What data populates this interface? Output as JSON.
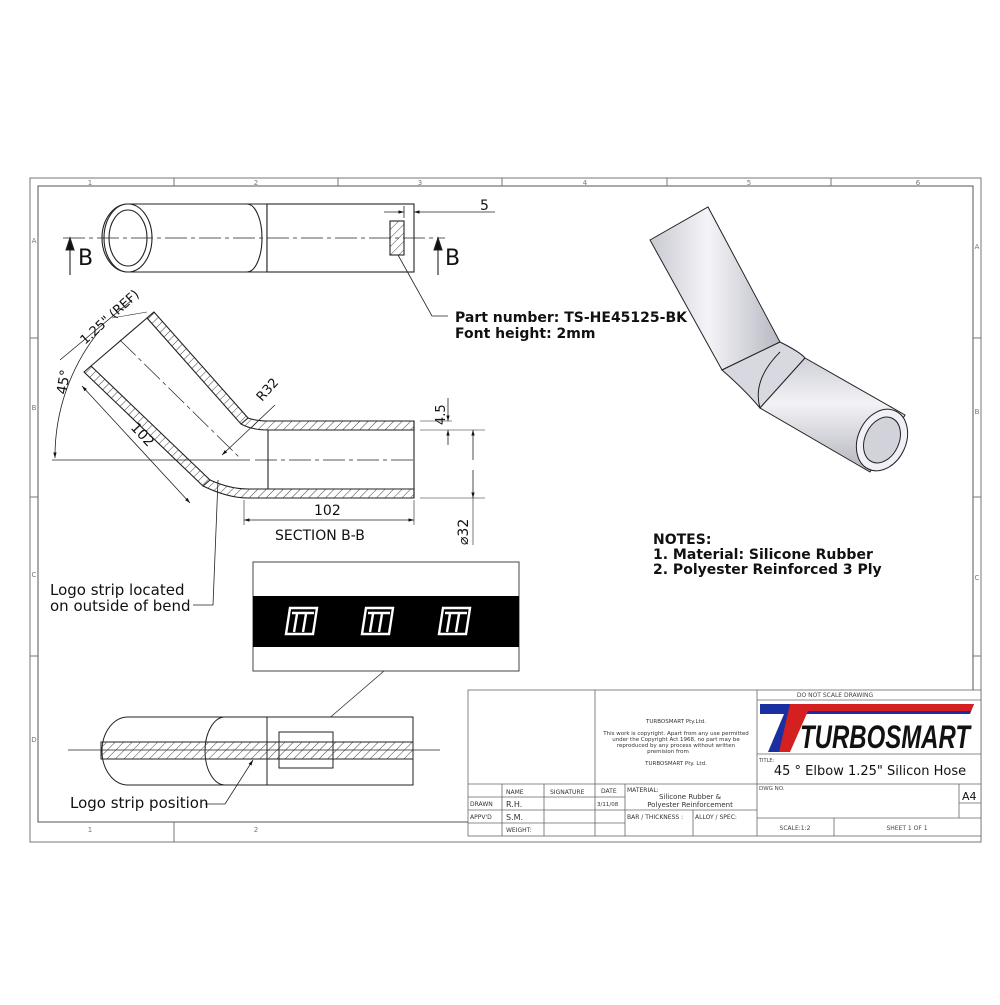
{
  "drawing": {
    "zone_columns": [
      "1",
      "2",
      "3",
      "4",
      "5",
      "6"
    ],
    "zone_rows": [
      "A",
      "B",
      "C",
      "D"
    ]
  },
  "top_view": {
    "section_label_left": "B",
    "section_label_right": "B",
    "dim_offset": "5",
    "part_note_line1": "Part number: TS-HE45125-BK",
    "part_note_line2": "Font height: 2mm"
  },
  "section_view": {
    "dim_id_ref": "1.25\" (REF)",
    "dim_angle": "45°",
    "dim_leg_length": "102",
    "dim_bend_radius": "R32",
    "dim_wall": "4.5",
    "dim_straight_length": "102",
    "dim_diameter": "⌀32",
    "title": "SECTION B-B"
  },
  "logo_strip": {
    "callout_bend": [
      "Logo strip located",
      "on outside of bend"
    ],
    "callout_position": "Logo strip position",
    "logo_count": 3
  },
  "notes": {
    "heading": "NOTES:",
    "items": [
      "1. Material: Silicone Rubber",
      "2. Polyester Reinforced 3 Ply"
    ]
  },
  "title_block": {
    "copyright_company": "TURBOSMART Pty.Ltd.",
    "copyright_text": [
      "This work is copyright. Apart from any use permitted",
      "under the Copyright Act 1968, no part may be",
      "reproduced by any process without written",
      "premision from"
    ],
    "copyright_company2": "TURBOSMART Pty. Ltd.",
    "headers": {
      "name": "NAME",
      "signature": "SIGNATURE",
      "date": "DATE",
      "material": "MATERIAL:"
    },
    "drawn_label": "DRAWN",
    "drawn_name": "R.H.",
    "drawn_date": "3/11/08",
    "appvd_label": "APPV'D",
    "appvd_name": "S.M.",
    "weight_label": "WEIGHT:",
    "material_line1": "Silicone Rubber &",
    "material_line2": "Polyester Reinforcement",
    "bar_thickness_label": "BAR / THICKNESS :",
    "alloy_spec_label": "ALLOY / SPEC:",
    "do_not_scale": "DO NOT SCALE DRAWING",
    "brand": "TURBOSMART",
    "brand_colors": {
      "blue": "#1a2fa0",
      "red": "#d42020",
      "black": "#111111"
    },
    "title_label": "TITLE:",
    "title": "45 ° Elbow 1.25\" Silicon Hose",
    "dwg_no_label": "DWG NO.",
    "sheet_size": "A4",
    "scale": "SCALE:1:2",
    "sheet": "SHEET 1 OF 1"
  }
}
